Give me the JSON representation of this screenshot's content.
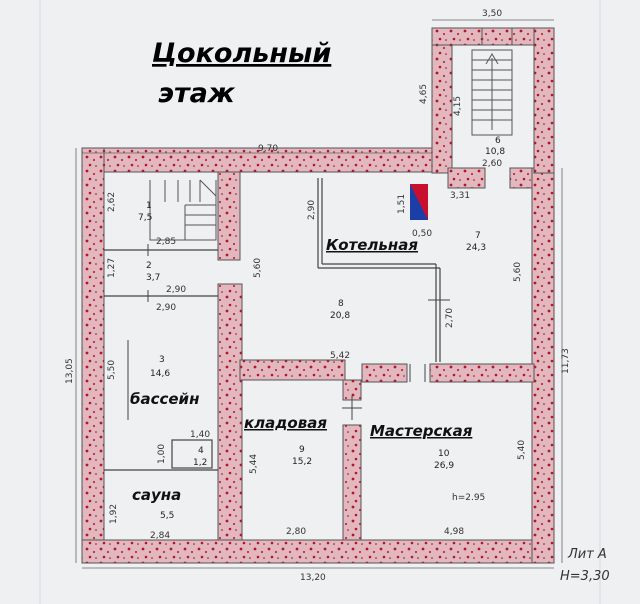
{
  "title": {
    "line1": "Цокольный",
    "line2": "этаж"
  },
  "rooms": [
    {
      "num": "1",
      "area": "7,5"
    },
    {
      "num": "2",
      "area": "3,7"
    },
    {
      "num": "3",
      "area": "14,6",
      "label": "бассейн"
    },
    {
      "num": "4",
      "area": "1,2"
    },
    {
      "num": "5",
      "area": "5,5",
      "label": "сауна"
    },
    {
      "num": "6",
      "area": "10,8"
    },
    {
      "num": "7",
      "area": "24,3"
    },
    {
      "num": "8",
      "area": "20,8",
      "label": "Котельная"
    },
    {
      "num": "9",
      "area": "15,2",
      "label": "кладовая"
    },
    {
      "num": "10",
      "area": "26,9",
      "label": "Мастерская"
    }
  ],
  "dimensions": {
    "stair_top_width": "3,50",
    "stair_left_height": "4,65",
    "stair_inner_height": "4,15",
    "stair_bottom_width": "2,60",
    "top_wall_length": "9,70",
    "stair_wall_offset": "3,31",
    "room1_height": "2,62",
    "room1_width": "2,85",
    "room2_height": "1,27",
    "room2_width_top": "2,90",
    "room3_width_top": "2,90",
    "room3_height": "5,50",
    "left_total": "13,05",
    "right_total": "11,73",
    "room4_width": "1,40",
    "room4_height": "1,00",
    "room5_height": "1,92",
    "room5_width": "2,84",
    "bottom_total": "13,20",
    "room8_left": "5,60",
    "room8_top_left": "2,90",
    "room8_inner_right": "2,70",
    "room8_bottom": "5,42",
    "room7_right": "5,60",
    "window_height": "1,51",
    "window_width": "0,50",
    "room9_height": "5,44",
    "room9_width": "2,80",
    "room10_height": "5,40",
    "room10_width": "4,98",
    "ceiling_height": "h=2.95"
  },
  "lit": {
    "line1": "Лит А",
    "line2": "Н=3,30"
  },
  "colors": {
    "wall_fill": "#d9a4ae",
    "wall_dots": "#b3152a",
    "window_blue": "#1b3fa6",
    "window_red": "#c8102e"
  }
}
